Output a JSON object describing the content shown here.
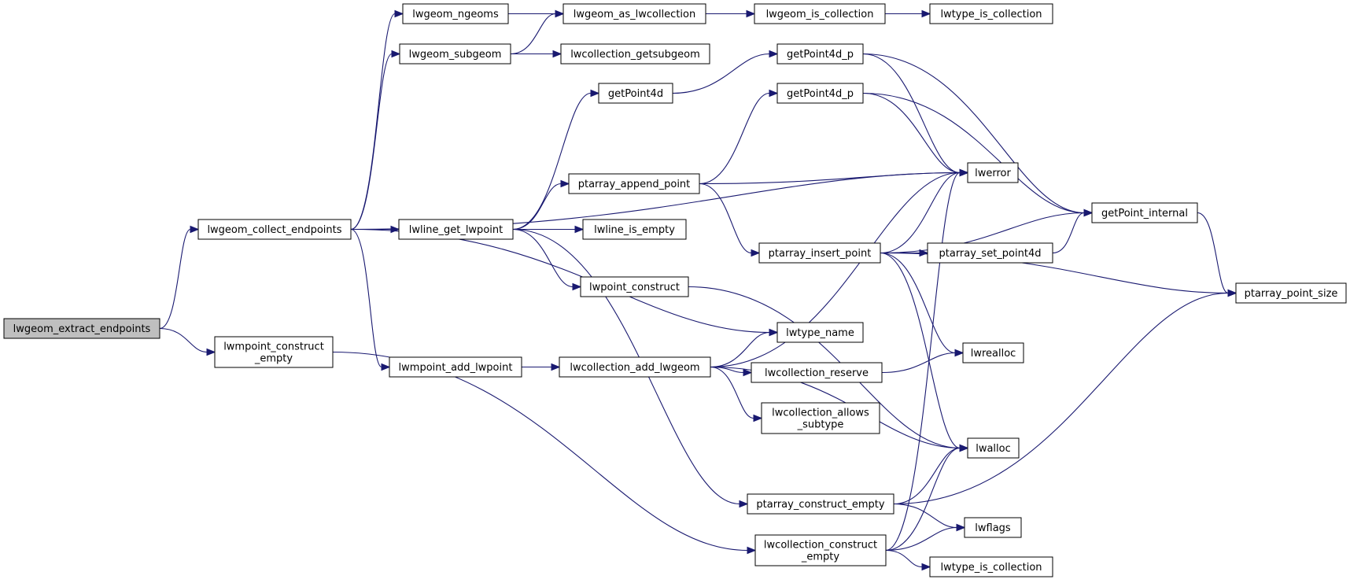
{
  "graph": {
    "nodes": [
      {
        "id": "extract",
        "lines": [
          "lwgeom_extract_endpoints"
        ],
        "root": true
      },
      {
        "id": "collect",
        "lines": [
          "lwgeom_collect_endpoints"
        ]
      },
      {
        "id": "mpce",
        "lines": [
          "lwmpoint_construct",
          "_empty"
        ]
      },
      {
        "id": "ngeoms",
        "lines": [
          "lwgeom_ngeoms"
        ]
      },
      {
        "id": "subgeom",
        "lines": [
          "lwgeom_subgeom"
        ]
      },
      {
        "id": "lineget",
        "lines": [
          "lwline_get_lwpoint"
        ]
      },
      {
        "id": "mpadd",
        "lines": [
          "lwmpoint_add_lwpoint"
        ]
      },
      {
        "id": "aslwc",
        "lines": [
          "lwgeom_as_lwcollection"
        ]
      },
      {
        "id": "getsub",
        "lines": [
          "lwcollection_getsubgeom"
        ]
      },
      {
        "id": "gp4d",
        "lines": [
          "getPoint4d"
        ]
      },
      {
        "id": "ptapp",
        "lines": [
          "ptarray_append_point"
        ]
      },
      {
        "id": "lineempty",
        "lines": [
          "lwline_is_empty"
        ]
      },
      {
        "id": "ptcons",
        "lines": [
          "lwpoint_construct"
        ]
      },
      {
        "id": "colladd",
        "lines": [
          "lwcollection_add_lwgeom"
        ]
      },
      {
        "id": "iscoll",
        "lines": [
          "lwgeom_is_collection"
        ]
      },
      {
        "id": "gp4dp1",
        "lines": [
          "getPoint4d_p"
        ]
      },
      {
        "id": "gp4dp2",
        "lines": [
          "getPoint4d_p"
        ]
      },
      {
        "id": "ptins",
        "lines": [
          "ptarray_insert_point"
        ]
      },
      {
        "id": "tname",
        "lines": [
          "lwtype_name"
        ]
      },
      {
        "id": "collres",
        "lines": [
          "lwcollection_reserve"
        ]
      },
      {
        "id": "allows",
        "lines": [
          "lwcollection_allows",
          "_subtype"
        ]
      },
      {
        "id": "ptce",
        "lines": [
          "ptarray_construct_empty"
        ]
      },
      {
        "id": "collce",
        "lines": [
          "lwcollection_construct",
          "_empty"
        ]
      },
      {
        "id": "typeiscoll1",
        "lines": [
          "lwtype_is_collection"
        ]
      },
      {
        "id": "lwerror",
        "lines": [
          "lwerror"
        ]
      },
      {
        "id": "setp4d",
        "lines": [
          "ptarray_set_point4d"
        ]
      },
      {
        "id": "lwrealloc",
        "lines": [
          "lwrealloc"
        ]
      },
      {
        "id": "lwalloc",
        "lines": [
          "lwalloc"
        ]
      },
      {
        "id": "lwflags",
        "lines": [
          "lwflags"
        ]
      },
      {
        "id": "typeiscoll2",
        "lines": [
          "lwtype_is_collection"
        ]
      },
      {
        "id": "gpint",
        "lines": [
          "getPoint_internal"
        ]
      },
      {
        "id": "ptsize",
        "lines": [
          "ptarray_point_size"
        ]
      }
    ],
    "edges": [
      [
        "extract",
        "collect"
      ],
      [
        "extract",
        "mpce"
      ],
      [
        "collect",
        "ngeoms"
      ],
      [
        "collect",
        "subgeom"
      ],
      [
        "collect",
        "lineget"
      ],
      [
        "collect",
        "mpadd"
      ],
      [
        "collect",
        "lwerror"
      ],
      [
        "collect",
        "tname"
      ],
      [
        "mpce",
        "collce"
      ],
      [
        "ngeoms",
        "aslwc"
      ],
      [
        "subgeom",
        "aslwc"
      ],
      [
        "subgeom",
        "getsub"
      ],
      [
        "aslwc",
        "iscoll"
      ],
      [
        "iscoll",
        "typeiscoll1"
      ],
      [
        "lineget",
        "gp4d"
      ],
      [
        "lineget",
        "ptapp"
      ],
      [
        "lineget",
        "lineempty"
      ],
      [
        "lineget",
        "ptcons"
      ],
      [
        "lineget",
        "ptce"
      ],
      [
        "mpadd",
        "colladd"
      ],
      [
        "gp4d",
        "gp4dp1"
      ],
      [
        "gp4dp1",
        "lwerror"
      ],
      [
        "gp4dp1",
        "gpint"
      ],
      [
        "gp4dp2",
        "lwerror"
      ],
      [
        "gp4dp2",
        "gpint"
      ],
      [
        "ptapp",
        "gp4dp2"
      ],
      [
        "ptapp",
        "lwerror"
      ],
      [
        "ptapp",
        "ptins"
      ],
      [
        "ptcons",
        "lwalloc"
      ],
      [
        "colladd",
        "lwerror"
      ],
      [
        "colladd",
        "tname"
      ],
      [
        "colladd",
        "collres"
      ],
      [
        "colladd",
        "allows"
      ],
      [
        "colladd",
        "lwalloc"
      ],
      [
        "ptins",
        "lwerror"
      ],
      [
        "ptins",
        "gpint"
      ],
      [
        "ptins",
        "setp4d"
      ],
      [
        "ptins",
        "ptsize"
      ],
      [
        "ptins",
        "lwrealloc"
      ],
      [
        "ptins",
        "lwalloc"
      ],
      [
        "setp4d",
        "gpint"
      ],
      [
        "gpint",
        "ptsize"
      ],
      [
        "collres",
        "lwrealloc"
      ],
      [
        "ptce",
        "lwalloc"
      ],
      [
        "ptce",
        "ptsize"
      ],
      [
        "ptce",
        "lwflags"
      ],
      [
        "collce",
        "lwerror"
      ],
      [
        "collce",
        "lwalloc"
      ],
      [
        "collce",
        "lwflags"
      ],
      [
        "collce",
        "typeiscoll2"
      ]
    ]
  }
}
